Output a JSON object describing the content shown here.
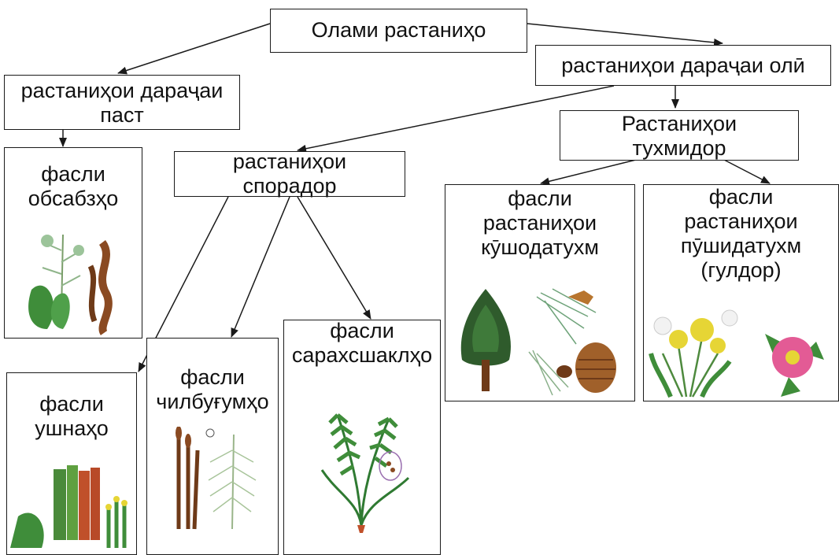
{
  "root": "Олами растаниҳо",
  "lower": "растаниҳои дараҷаи\nпаст",
  "higher": "растаниҳои дараҷаи олӣ",
  "spore": "растаниҳои\nспорадор",
  "seed": "Растаниҳои\nтухмидор",
  "cards": {
    "algae": "фасли\nобсабзҳо",
    "mosses": "фасли\nушнаҳо",
    "horsetails": "фасли\nчилбуғумҳо",
    "ferns": "фасли\nсарахсшаклҳо",
    "gymnosperms": "фасли\nрастаниҳои\nкӯшодатухм",
    "angiosperms": "фасли\nрастаниҳои\nпӯшидатухм\n(гулдор)"
  },
  "colors": {
    "line": "#1a1a1a",
    "leaf_green": "#3f8d3a",
    "dark_green": "#2f5b2c",
    "brown": "#8a4a22",
    "yellow": "#e6d535",
    "pink": "#e35b95"
  }
}
